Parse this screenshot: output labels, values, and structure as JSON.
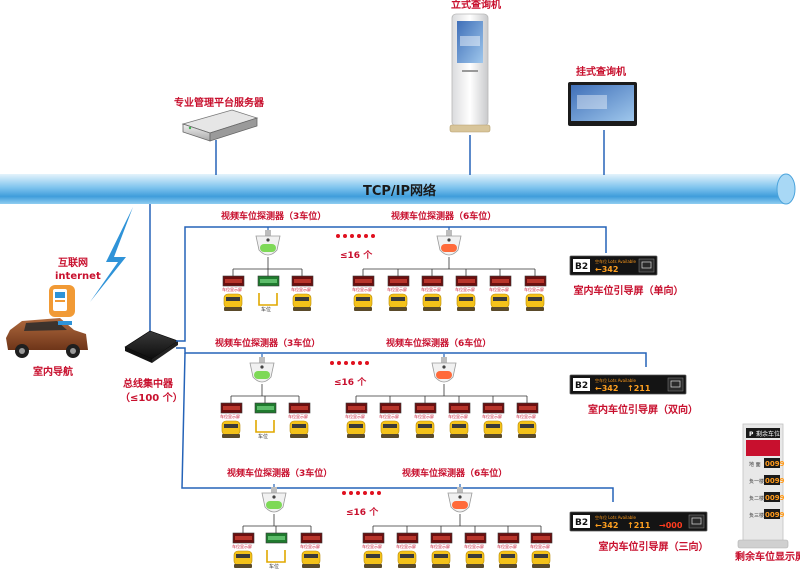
{
  "labels": {
    "kiosk": "立式查询机",
    "wall_terminal": "挂式查询机",
    "server": "专业管理平台服务器",
    "network": "TCP/IP网络",
    "internet_cn": "互联网",
    "internet_en": "internet",
    "car_nav": "室内导航",
    "hub_line1": "总线集中器",
    "hub_line2": "（≤100 个）",
    "remain_screen": "剩余车位显示屏",
    "lamp": "车位显示屏",
    "slot_name": "车位"
  },
  "rows": [
    {
      "det3": "视频车位探测器（3车位）",
      "det6": "视频车位探测器（6车位）",
      "count": "≤16 个",
      "guide": {
        "caption": "室内车位引导屏（单向）",
        "zone": "B2",
        "title": "空车位 Lots Available",
        "values": [
          "←342"
        ]
      }
    },
    {
      "det3": "视频车位探测器（3车位）",
      "det6": "视频车位探测器（6车位）",
      "count": "≤16 个",
      "guide": {
        "caption": "室内车位引导屏（双向）",
        "zone": "B2",
        "title": "空车位 Lots Available",
        "values": [
          "←342",
          "↑211"
        ]
      }
    },
    {
      "det3": "视频车位探测器（3车位）",
      "det6": "视频车位探测器（6车位）",
      "count": "≤16 个",
      "guide": {
        "caption": "室内车位引导屏（三向）",
        "zone": "B2",
        "title": "空车位 Lots Available",
        "values": [
          "←342",
          "↑211",
          "→000"
        ]
      }
    }
  ],
  "remain_panel": {
    "rows": [
      {
        "label": "地 面",
        "value": "0099"
      },
      {
        "label": "负一楼",
        "value": "0099"
      },
      {
        "label": "负二楼",
        "value": "0099"
      },
      {
        "label": "负三楼",
        "value": "0099"
      }
    ]
  },
  "colors": {
    "caption_red": "#c8102e",
    "network_blue": "#2f93d8",
    "line_blue": "#2563b8",
    "led_red": "#ff3b1f",
    "led_orange": "#ffa020",
    "car_yellow": "#f4c21a"
  }
}
